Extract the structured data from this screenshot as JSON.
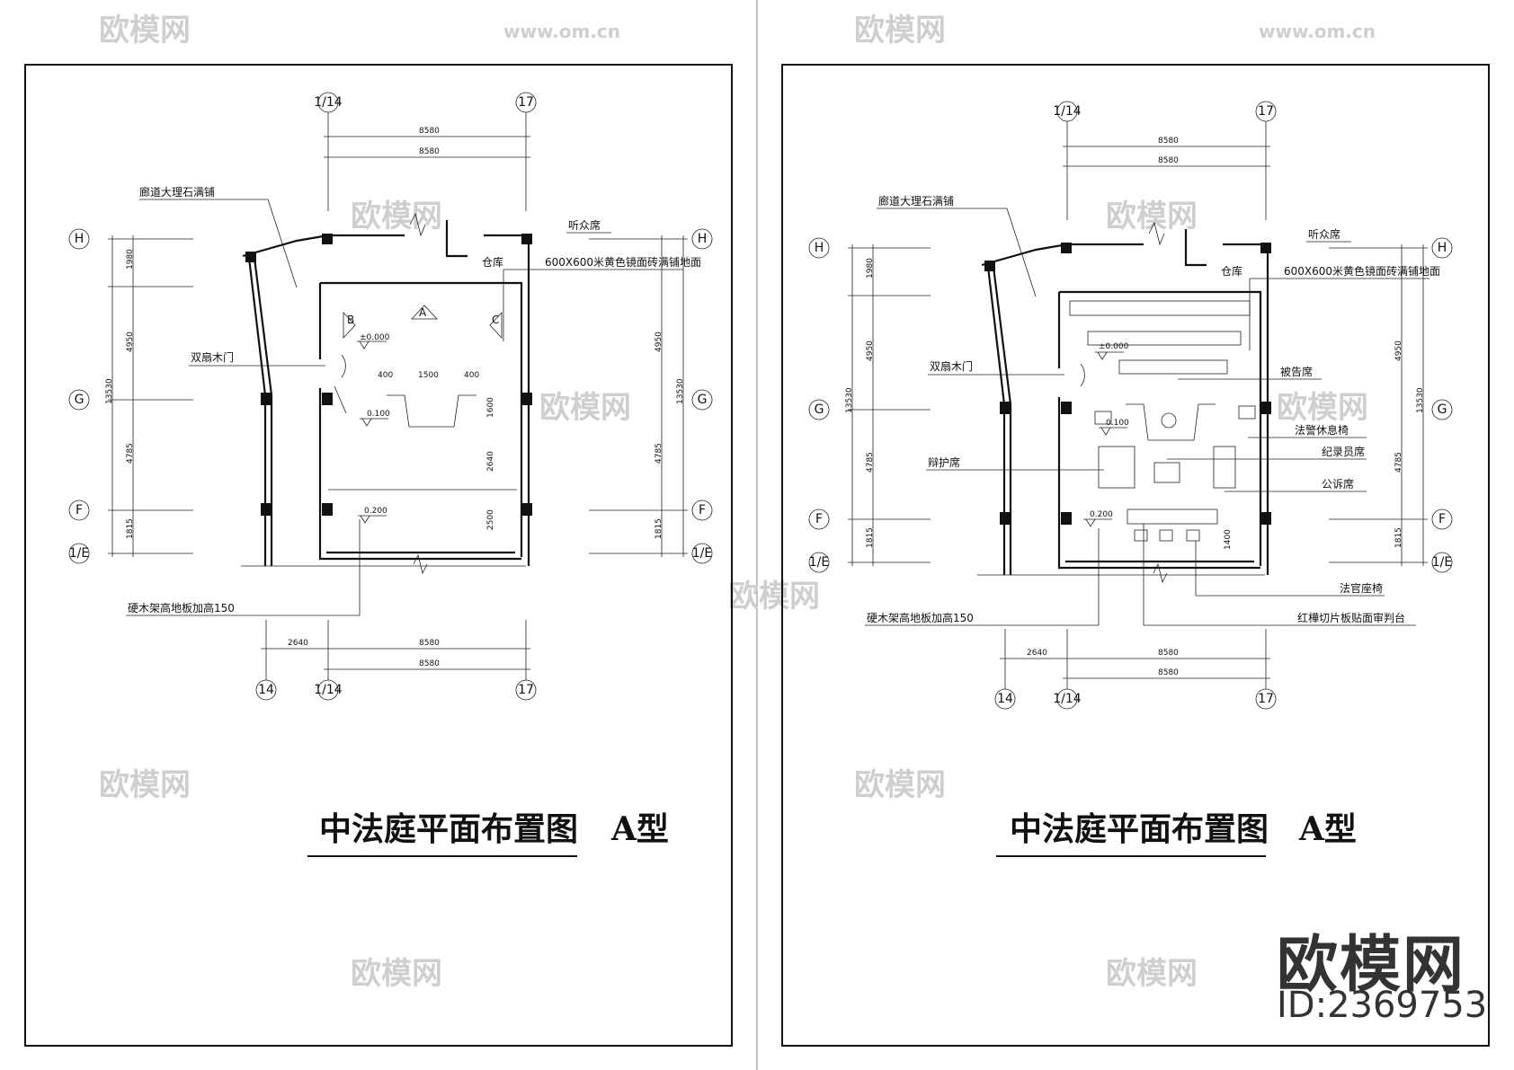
{
  "sheet_left": {
    "title": "中法庭平面布置图",
    "type_label": "A型",
    "labels": {
      "corridor": "廊道大理石满铺",
      "audience": "听众席",
      "storage": "仓库",
      "floor_tile": "600X600米黄色镜面砖满铺地面",
      "double_door": "双扇木门",
      "raised_floor": "硬木架高地板加高150",
      "elev_0": "±0.000",
      "elev_1": "0.100",
      "elev_2": "0.200",
      "marker_a": "A",
      "marker_b": "B",
      "marker_c": "C"
    },
    "dims": {
      "top1": "8580",
      "top2": "8580",
      "bottom_left": "2640",
      "bottom1": "8580",
      "bottom2": "8580",
      "left_1980": "1980",
      "left_4950": "4950",
      "left_13530": "13530",
      "left_4785": "4785",
      "left_1815": "1815",
      "right_4950": "4950",
      "right_13530": "13530",
      "right_4785": "4785",
      "right_1815": "1815",
      "inner_400a": "400",
      "inner_1500": "1500",
      "inner_400b": "400",
      "inner_1600": "1600",
      "inner_2640": "2640",
      "inner_2500": "2500"
    }
  },
  "sheet_right": {
    "title": "中法庭平面布置图",
    "type_label": "A型",
    "labels": {
      "corridor": "廊道大理石满铺",
      "audience": "听众席",
      "storage": "仓库",
      "floor_tile": "600X600米黄色镜面砖满铺地面",
      "double_door": "双扇木门",
      "defendant": "被告席",
      "bailiff": "法警休息椅",
      "clerk": "纪录员席",
      "defense": "辩护席",
      "prosecution": "公诉席",
      "judge_seat": "法官座椅",
      "raised_floor": "硬木架高地板加高150",
      "bench": "红樺切片板贴面审判台",
      "elev_0": "±0.000",
      "elev_1": "0.100",
      "elev_2": "0.200"
    },
    "dims": {
      "top1": "8580",
      "top2": "8580",
      "bottom_left": "2640",
      "bottom1": "8580",
      "bottom2": "8580",
      "left_1980": "1980",
      "left_4950": "4950",
      "left_13530": "13530",
      "left_4785": "4785",
      "left_1815": "1815",
      "right_4950": "4950",
      "right_13530": "13530",
      "right_4785": "4785",
      "right_1815": "1815",
      "inner_1400": "1400"
    }
  },
  "grid_axes": {
    "h": "H",
    "g": "G",
    "f": "F",
    "ie": "1/E",
    "c14": "14",
    "c1_14": "1/14",
    "c17": "17"
  },
  "watermark": {
    "brand": "欧模网",
    "url": "www.om.cn"
  },
  "brand_block": {
    "name": "欧模网",
    "id": "ID:2369753"
  },
  "colors": {
    "line": "#111111",
    "watermark": "#cfcfcf",
    "brand": "#333333"
  }
}
